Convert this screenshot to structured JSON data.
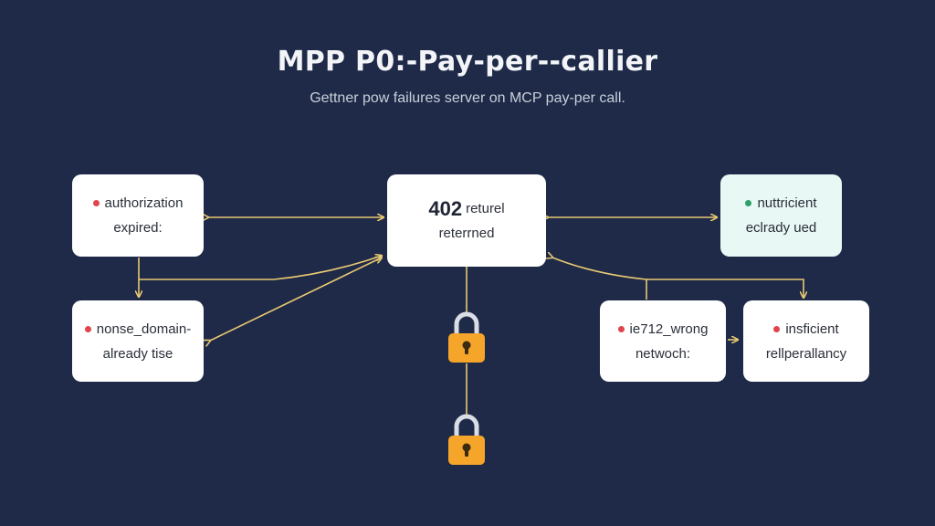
{
  "title": "MPP P0:-Pay-per--callier",
  "subtitle": "Gettner pow failures server on MCP pay-per call.",
  "colors": {
    "background": "#1e2a47",
    "arrow": "#e8c873",
    "error_dot": "#e0454d",
    "success_dot": "#2e9e6b",
    "success_node_bg": "#e8f8f5",
    "lock_body": "#f5a52a",
    "lock_shackle": "#d9dde5"
  },
  "nodes": {
    "center": {
      "line1_big": "402",
      "line1_small": "returel",
      "line2": "reterrned"
    },
    "auth_expired": {
      "line1": "authorization",
      "line2": "expired:",
      "status": "error"
    },
    "nonce_domain": {
      "line1": "nonse_domain-",
      "line2": "already tise",
      "status": "error"
    },
    "insufficient_used": {
      "line1": "nuttricient",
      "line2": "eclrady ued",
      "status": "success"
    },
    "wrong_network": {
      "line1": "ie712_wrong",
      "line2": "netwoch:",
      "status": "error"
    },
    "insufficient_allowance": {
      "line1": "insficient",
      "line2": "rellperallancy",
      "status": "error"
    }
  },
  "icons": {
    "lock_top": "lock-icon",
    "lock_bottom": "lock-icon"
  }
}
